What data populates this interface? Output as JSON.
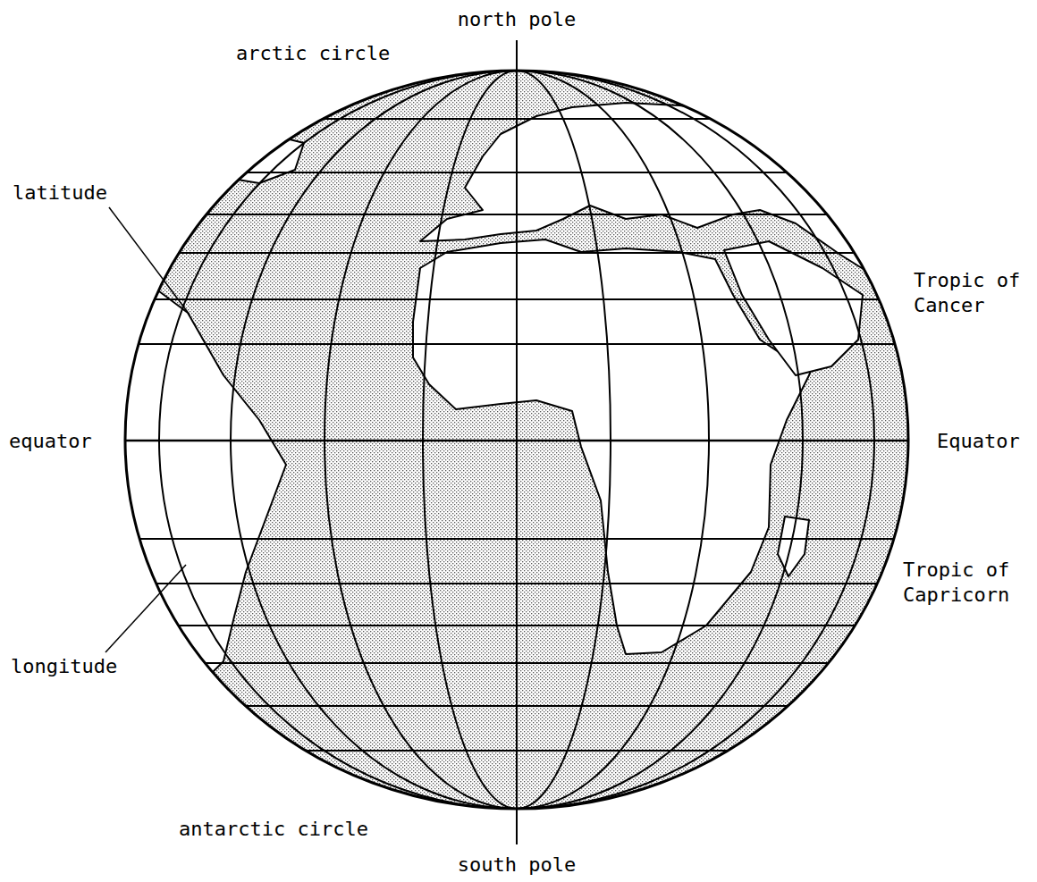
{
  "diagram": {
    "labels": [
      "north pole",
      "arctic circle",
      "latitude",
      "Tropic of Cancer",
      "equator",
      "Equator",
      "Tropic of Capricorn",
      "longitude",
      "antarctic circle",
      "south pole"
    ]
  }
}
